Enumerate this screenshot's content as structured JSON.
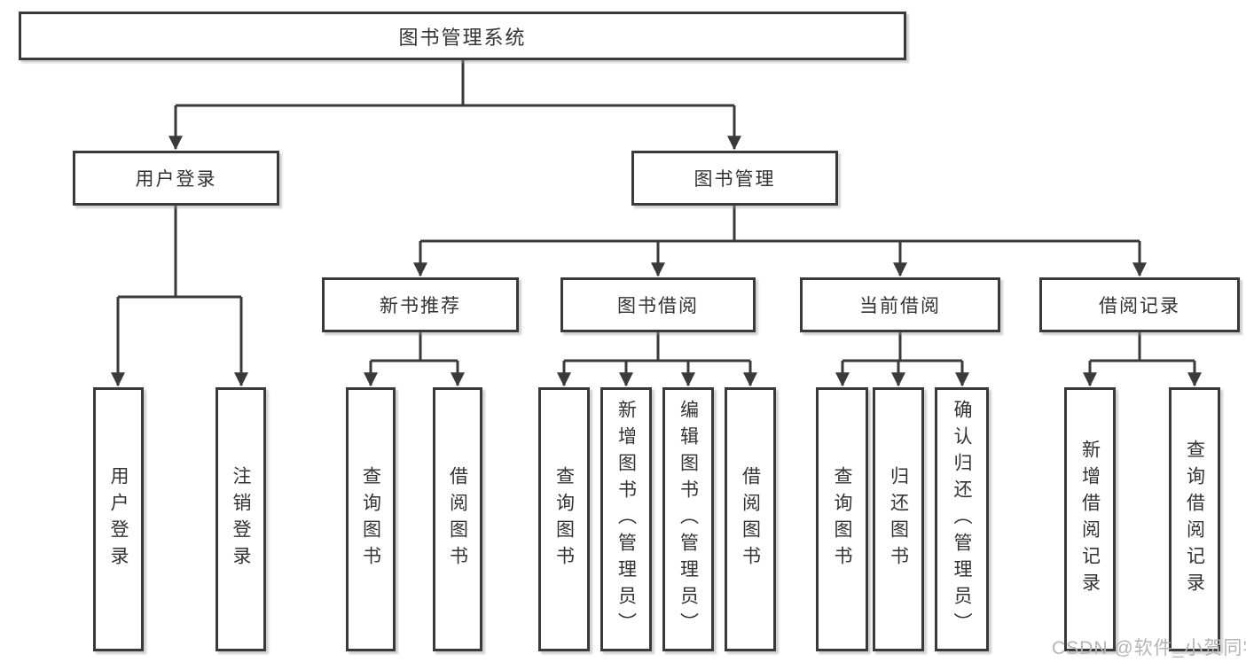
{
  "diagram_type": "hierarchy-tree",
  "colors": {
    "line": "#3a3a3a",
    "text": "#333333",
    "watermark": "#b5b5b5"
  },
  "tree": {
    "label": "图书管理系统",
    "children": [
      {
        "label": "用户登录",
        "children": [
          {
            "label": "用户登录"
          },
          {
            "label": "注销登录"
          }
        ]
      },
      {
        "label": "图书管理",
        "children": [
          {
            "label": "新书推荐",
            "children": [
              {
                "label": "查询图书"
              },
              {
                "label": "借阅图书"
              }
            ]
          },
          {
            "label": "图书借阅",
            "children": [
              {
                "label": "查询图书"
              },
              {
                "label": "新增图书（管理员）"
              },
              {
                "label": "编辑图书（管理员）"
              },
              {
                "label": "借阅图书"
              }
            ]
          },
          {
            "label": "当前借阅",
            "children": [
              {
                "label": "查询图书"
              },
              {
                "label": "归还图书"
              },
              {
                "label": "确认归还（管理员）"
              }
            ]
          },
          {
            "label": "借阅记录",
            "children": [
              {
                "label": "新增借阅记录"
              },
              {
                "label": "查询借阅记录"
              }
            ]
          }
        ]
      }
    ]
  },
  "watermark": {
    "text": "CSDN @软件_小贺同学"
  }
}
